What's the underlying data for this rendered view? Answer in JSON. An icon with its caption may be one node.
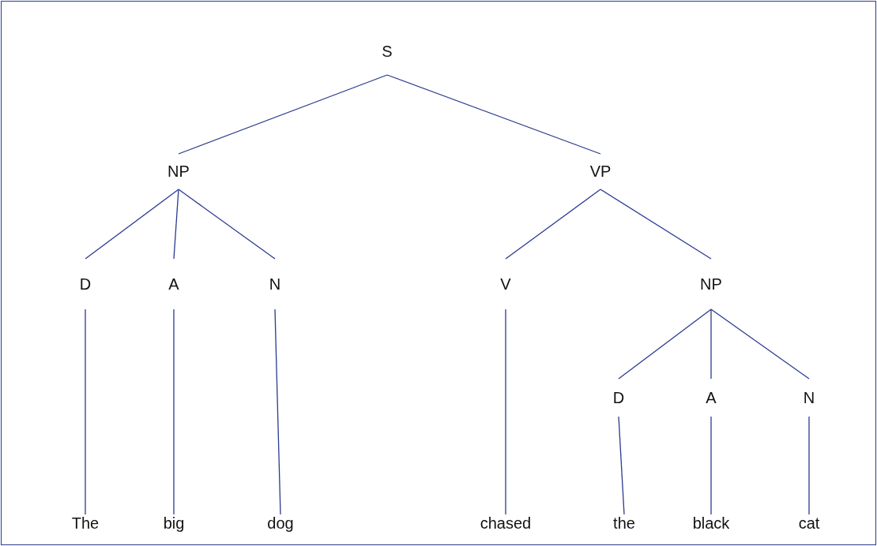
{
  "diagram": {
    "nodes": [
      {
        "text": [
          "S"
        ]
      },
      {
        "text": [
          "NP"
        ]
      },
      {
        "text": [
          "VP"
        ]
      },
      {
        "text": [
          "D"
        ]
      },
      {
        "text": [
          "A"
        ]
      },
      {
        "text": [
          "N"
        ]
      },
      {
        "text": [
          "V"
        ]
      },
      {
        "text": [
          "NP"
        ]
      },
      {
        "text": [
          "D"
        ]
      },
      {
        "text": [
          "A"
        ]
      },
      {
        "text": [
          "N"
        ]
      },
      {
        "text": [
          "The"
        ]
      },
      {
        "text": [
          "big"
        ]
      },
      {
        "text": [
          "dog"
        ]
      },
      {
        "text": [
          "chased"
        ]
      },
      {
        "text": [
          "the"
        ]
      },
      {
        "text": [
          "black"
        ]
      },
      {
        "text": [
          "cat"
        ]
      }
    ],
    "edges": [
      {
        "from": 0,
        "to": 1,
        "arrow": "none"
      },
      {
        "from": 0,
        "to": 2,
        "arrow": "none"
      },
      {
        "from": 1,
        "to": 3,
        "arrow": "none"
      },
      {
        "from": 1,
        "to": 4,
        "arrow": "none"
      },
      {
        "from": 1,
        "to": 5,
        "arrow": "none"
      },
      {
        "from": 2,
        "to": 6,
        "arrow": "none"
      },
      {
        "from": 2,
        "to": 7,
        "arrow": "none"
      },
      {
        "from": 7,
        "to": 8,
        "arrow": "none"
      },
      {
        "from": 7,
        "to": 9,
        "arrow": "none"
      },
      {
        "from": 7,
        "to": 10,
        "arrow": "none"
      },
      {
        "from": 3,
        "to": 11,
        "arrow": "none"
      },
      {
        "from": 4,
        "to": 12,
        "arrow": "none"
      },
      {
        "from": 5,
        "to": 13,
        "arrow": "none"
      },
      {
        "from": 6,
        "to": 14,
        "arrow": "none"
      },
      {
        "from": 8,
        "to": 15,
        "arrow": "none"
      },
      {
        "from": 9,
        "to": 16,
        "arrow": "none"
      },
      {
        "from": 10,
        "to": 17,
        "arrow": "none"
      }
    ]
  }
}
